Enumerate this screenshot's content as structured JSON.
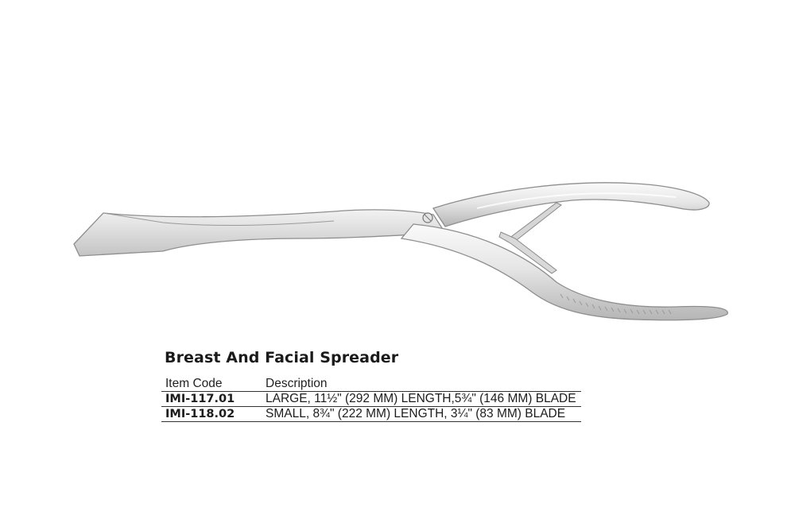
{
  "product": {
    "title": "Breast And Facial Spreader",
    "image_subject": "breast-and-facial-spreader-instrument"
  },
  "table": {
    "headers": {
      "code": "Item Code",
      "description": "Description"
    },
    "rows": [
      {
        "code": "IMI-117.01",
        "description": "LARGE, 11½\" (292 MM) LENGTH,5¾\" (146 MM) BLADE"
      },
      {
        "code": "IMI-118.02",
        "description": "SMALL, 8¾\" (222 MM) LENGTH, 3¼\" (83 MM) BLADE"
      }
    ]
  },
  "colors": {
    "steel_light": "#efefef",
    "steel_mid": "#c9c9c9",
    "steel_dark": "#8c8c8c",
    "text": "#1c1c1c"
  }
}
